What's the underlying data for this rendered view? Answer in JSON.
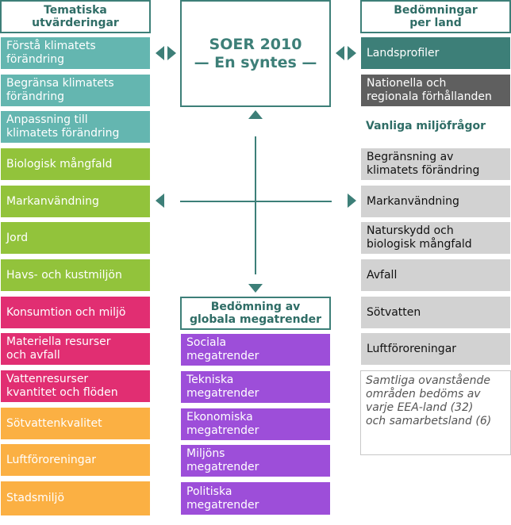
{
  "colors": {
    "teal": "#64b6b0",
    "lime": "#92c33b",
    "pink": "#e12e72",
    "orange": "#fbb043",
    "purple": "#9d4ed9",
    "grey": "#d2d2d2",
    "dark_teal": "#3d7f78",
    "dark_grey": "#5f5f5f"
  },
  "left": {
    "header": {
      "line1": "Tematiska",
      "line2": "utvärderingar"
    },
    "items": [
      {
        "line1": "Förstå klimatets",
        "line2": "förändring"
      },
      {
        "line1": "Begränsa klimatets",
        "line2": "förändring"
      },
      {
        "line1": "Anpassning till",
        "line2": "klimatets förändring"
      },
      {
        "line1": "Biologisk mångfald",
        "line2": ""
      },
      {
        "line1": "Markanvändning",
        "line2": ""
      },
      {
        "line1": "Jord",
        "line2": ""
      },
      {
        "line1": "Havs- och kustmiljön",
        "line2": ""
      },
      {
        "line1": "Konsumtion och miljö",
        "line2": ""
      },
      {
        "line1": "Materiella resurser",
        "line2": "och avfall"
      },
      {
        "line1": "Vattenresurser",
        "line2": "kvantitet och flöden"
      },
      {
        "line1": "Sötvattenkvalitet",
        "line2": ""
      },
      {
        "line1": "Luftföroreningar",
        "line2": ""
      },
      {
        "line1": "Stadsmiljö",
        "line2": ""
      }
    ]
  },
  "center": {
    "title": {
      "line1": "SOER 2010",
      "line2": "— En syntes —"
    },
    "megatrends_header": {
      "line1": "Bedömning av",
      "line2": "globala megatrender"
    },
    "items": [
      {
        "line1": "Sociala",
        "line2": "megatrender"
      },
      {
        "line1": "Tekniska",
        "line2": "megatrender"
      },
      {
        "line1": "Ekonomiska",
        "line2": "megatrender"
      },
      {
        "line1": "Miljöns",
        "line2": "megatrender"
      },
      {
        "line1": "Politiska",
        "line2": "megatrender"
      }
    ]
  },
  "right": {
    "header": {
      "line1": "Bedömningar",
      "line2": "per land"
    },
    "landsprofiler": "Landsprofiler",
    "national": {
      "line1": "Nationella och",
      "line2": "regionala förhållanden"
    },
    "common_title": "Vanliga miljöfrågor",
    "items": [
      {
        "line1": "Begränsning av",
        "line2": "klimatets förändring"
      },
      {
        "line1": "Markanvändning",
        "line2": ""
      },
      {
        "line1": "Naturskydd och",
        "line2": "biologisk mångfald"
      },
      {
        "line1": "Avfall",
        "line2": ""
      },
      {
        "line1": "Sötvatten",
        "line2": ""
      },
      {
        "line1": "Luftföroreningar",
        "line2": ""
      }
    ],
    "note": [
      "Samtliga ovanstående",
      "områden bedöms av",
      "varje EEA-land (32)",
      "och samarbetsland (6)"
    ]
  }
}
